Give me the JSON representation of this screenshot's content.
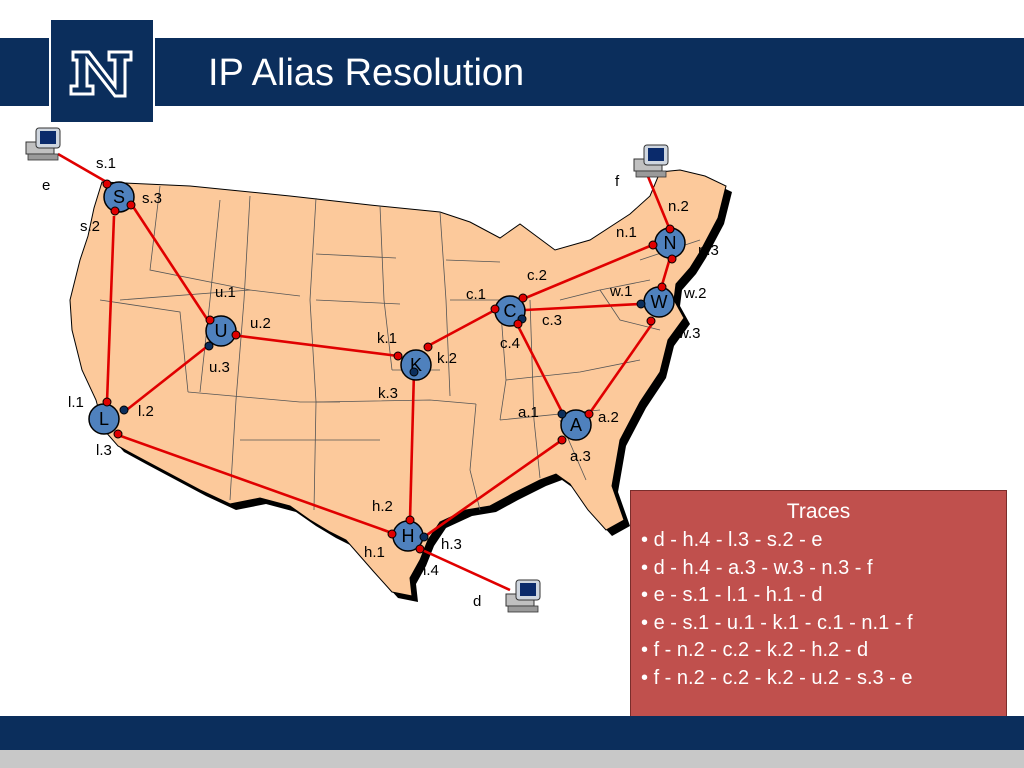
{
  "slide": {
    "title": "IP Alias Resolution"
  },
  "logo": {
    "icon": "nevada-n-logo-icon",
    "color": "#0b2e5c"
  },
  "colors": {
    "map_fill": "#fcc99b",
    "link": "#e00000",
    "router": "#4f81bd",
    "iface": "#e00000",
    "panel": "#c0504d"
  },
  "routers": {
    "S": "S",
    "U": "U",
    "L": "L",
    "K": "K",
    "C": "C",
    "N": "N",
    "W": "W",
    "A": "A",
    "H": "H"
  },
  "hosts": {
    "e": "e",
    "f": "f",
    "d": "d"
  },
  "interfaces": {
    "s1": "s.1",
    "s2": "s.2",
    "s3": "s.3",
    "u1": "u.1",
    "u2": "u.2",
    "u3": "u.3",
    "l1": "l.1",
    "l2": "l.2",
    "l3": "l.3",
    "k1": "k.1",
    "k2": "k.2",
    "k3": "k.3",
    "c1": "c.1",
    "c2": "c.2",
    "c3": "c.3",
    "c4": "c.4",
    "n1": "n.1",
    "n2": "n.2",
    "n3": "n.3",
    "w1": "w.1",
    "w2": "w.2",
    "w3": "w.3",
    "a1": "a.1",
    "a2": "a.2",
    "a3": "a.3",
    "h1": "h.1",
    "h2": "h.2",
    "h3": "h.3",
    "h4": "h.4"
  },
  "traces": {
    "title": "Traces",
    "items": [
      "d - h.4 - l.3 - s.2 - e",
      "d - h.4 - a.3 - w.3 - n.3 - f",
      "e - s.1 - l.1 - h.1 - d",
      "e - s.1 - u.1 - k.1 - c.1 - n.1 - f",
      "f - n.2 - c.2 - k.2 - h.2 - d",
      "f - n.2 - c.2 - k.2 - u.2 - s.3 - e"
    ]
  }
}
